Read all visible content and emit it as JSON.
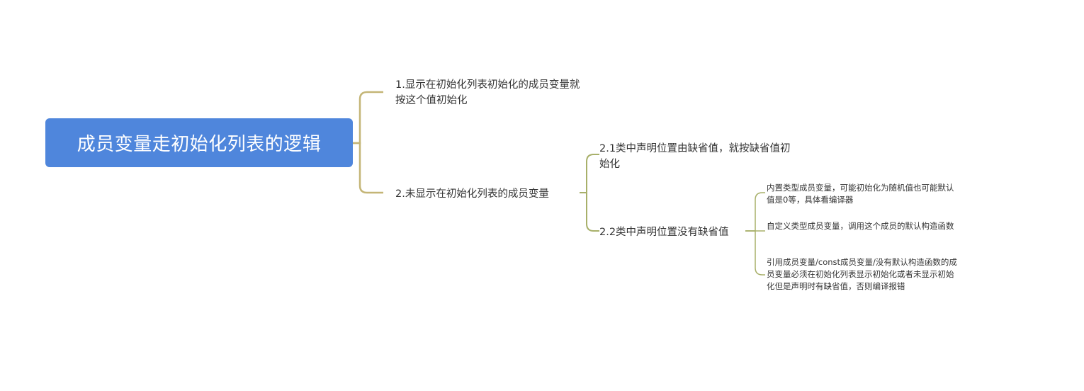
{
  "mindmap": {
    "root": {
      "label": "成员变量走初始化列表的逻辑",
      "color": "#4f86dc"
    },
    "branch_color": "#c4b576",
    "sub_branch_color": "#a8b06a",
    "children": [
      {
        "label": "1.显示在初始化列表初始化的成员变量就按这个值初始化"
      },
      {
        "label": "2.未显示在初始化列表的成员变量",
        "children": [
          {
            "label": "2.1类中声明位置由缺省值，就按缺省值初始化"
          },
          {
            "label": "2.2类中声明位置没有缺省值",
            "children": [
              {
                "label": "内置类型成员变量，可能初始化为随机值也可能默认值是0等，具体看编译器"
              },
              {
                "label": "自定义类型成员变量，调用这个成员的默认构造函数"
              },
              {
                "label": "引用成员变量/const成员变量/没有默认构造函数的成员变量必须在初始化列表显示初始化或者未显示初始化但是声明时有缺省值，否则编译报错"
              }
            ]
          }
        ]
      }
    ]
  }
}
